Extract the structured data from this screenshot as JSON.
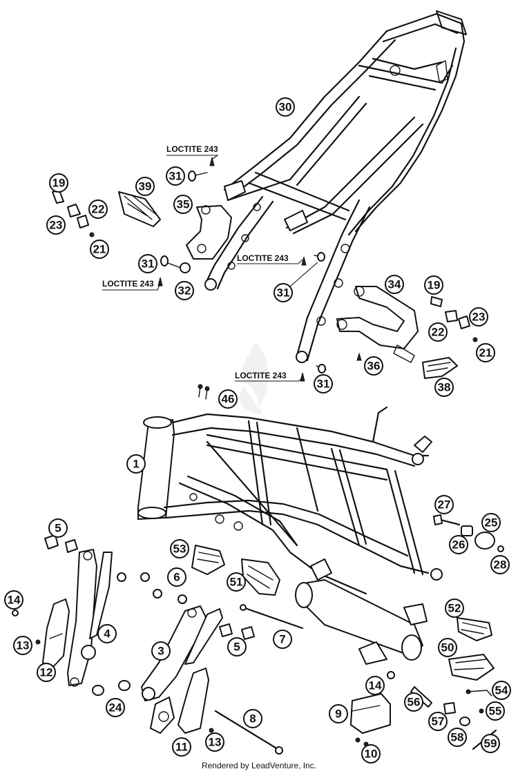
{
  "diagram": {
    "callouts": [
      "1",
      "3",
      "4",
      "5",
      "5",
      "6",
      "7",
      "8",
      "9",
      "10",
      "11",
      "12",
      "13",
      "13",
      "14",
      "14",
      "19",
      "19",
      "21",
      "21",
      "22",
      "22",
      "23",
      "23",
      "24",
      "25",
      "26",
      "27",
      "28",
      "30",
      "31",
      "31",
      "31",
      "31",
      "32",
      "34",
      "35",
      "36",
      "38",
      "39",
      "46",
      "50",
      "51",
      "52",
      "53",
      "54",
      "55",
      "56",
      "57",
      "58",
      "59"
    ],
    "loctite_labels": [
      "LOCTITE 243",
      "LOCTITE 243",
      "LOCTITE 243",
      "LOCTITE 243"
    ],
    "footer": "Rendered by LeadVenture, Inc."
  }
}
